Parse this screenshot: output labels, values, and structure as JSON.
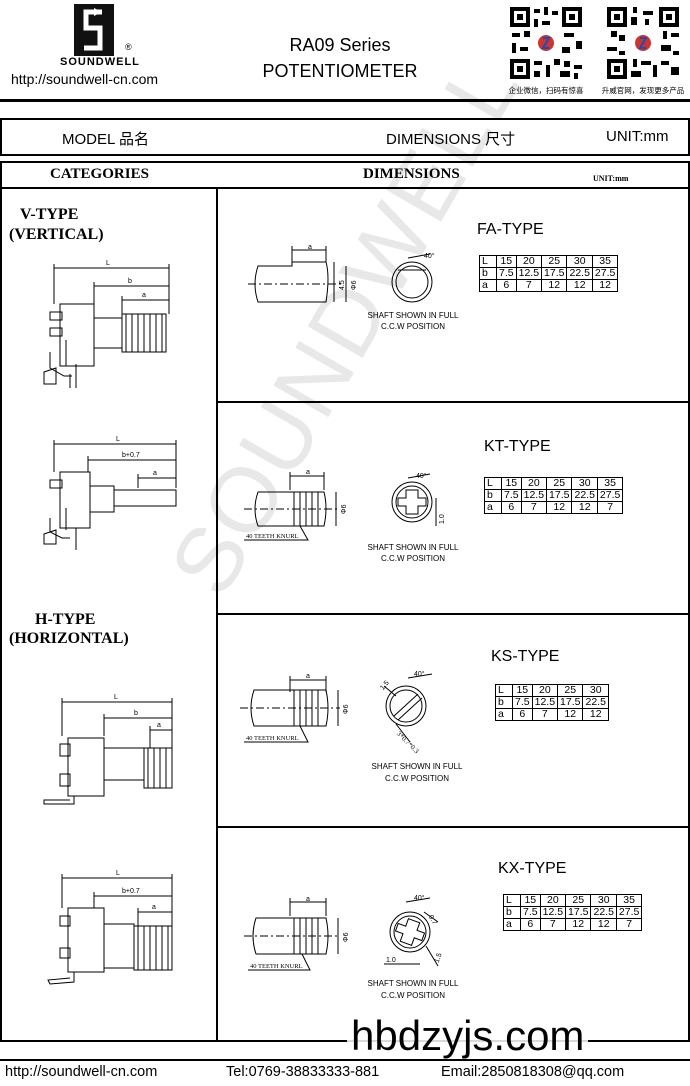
{
  "header": {
    "brand": "SOUNDWELL",
    "brand_mark": "®",
    "website": "http://soundwell-cn.com",
    "title_line1": "RA09 Series",
    "title_line2": "POTENTIOMETER",
    "qr1_caption": "企业微信，扫码有惊喜",
    "qr2_caption": "升威官网，发现更多产品"
  },
  "bar": {
    "model_label": "MODEL 品名",
    "dimensions_label": "DIMENSIONS 尺寸",
    "unit_label": "UNIT:mm"
  },
  "table_header": {
    "categories": "CATEGORIES",
    "dimensions": "DIMENSIONS",
    "unit": "UNIT:mm"
  },
  "categories": {
    "v_type": "V-TYPE",
    "v_type_sub": "(VERTICAL)",
    "h_type": "H-TYPE",
    "h_type_sub": "(HORIZONTAL)"
  },
  "drawing_labels": {
    "L": "L",
    "b": "b",
    "a": "a",
    "b_plus": "b+0.7",
    "phi6": "Φ6",
    "d45": "4.5",
    "d10": "1.0",
    "d15": "1.5",
    "d07": "0.7",
    "angle40": "40°",
    "knurl": "40 TEETH KNURL",
    "slot": "3*0.7*0.3"
  },
  "shaft_caption_1": "SHAFT SHOWN IN FULL",
  "shaft_caption_2": "C.C.W POSITION",
  "types": [
    {
      "name": "FA-TYPE",
      "rows": [
        {
          "label": "L",
          "values": [
            "15",
            "20",
            "25",
            "30",
            "35"
          ]
        },
        {
          "label": "b",
          "values": [
            "7.5",
            "12.5",
            "17.5",
            "22.5",
            "27.5"
          ]
        },
        {
          "label": "a",
          "values": [
            "6",
            "7",
            "12",
            "12",
            "12"
          ]
        }
      ]
    },
    {
      "name": "KT-TYPE",
      "rows": [
        {
          "label": "L",
          "values": [
            "15",
            "20",
            "25",
            "30",
            "35"
          ]
        },
        {
          "label": "b",
          "values": [
            "7.5",
            "12.5",
            "17.5",
            "22.5",
            "27.5"
          ]
        },
        {
          "label": "a",
          "values": [
            "6",
            "7",
            "12",
            "12",
            "7"
          ]
        }
      ]
    },
    {
      "name": "KS-TYPE",
      "rows": [
        {
          "label": "L",
          "values": [
            "15",
            "20",
            "25",
            "30"
          ]
        },
        {
          "label": "b",
          "values": [
            "7.5",
            "12.5",
            "17.5",
            "22.5"
          ]
        },
        {
          "label": "a",
          "values": [
            "6",
            "7",
            "12",
            "12"
          ]
        }
      ]
    },
    {
      "name": "KX-TYPE",
      "rows": [
        {
          "label": "L",
          "values": [
            "15",
            "20",
            "25",
            "30",
            "35"
          ]
        },
        {
          "label": "b",
          "values": [
            "7.5",
            "12.5",
            "17.5",
            "22.5",
            "27.5"
          ]
        },
        {
          "label": "a",
          "values": [
            "6",
            "7",
            "12",
            "12",
            "7"
          ]
        }
      ]
    }
  ],
  "watermark": "SOUNDWELL",
  "site_watermark": "hbdzyjs.com",
  "footer": {
    "web": "http://soundwell-cn.com",
    "tel": "Tel:0769-38833333-881",
    "email": "Email:2850818308@qq.com"
  }
}
